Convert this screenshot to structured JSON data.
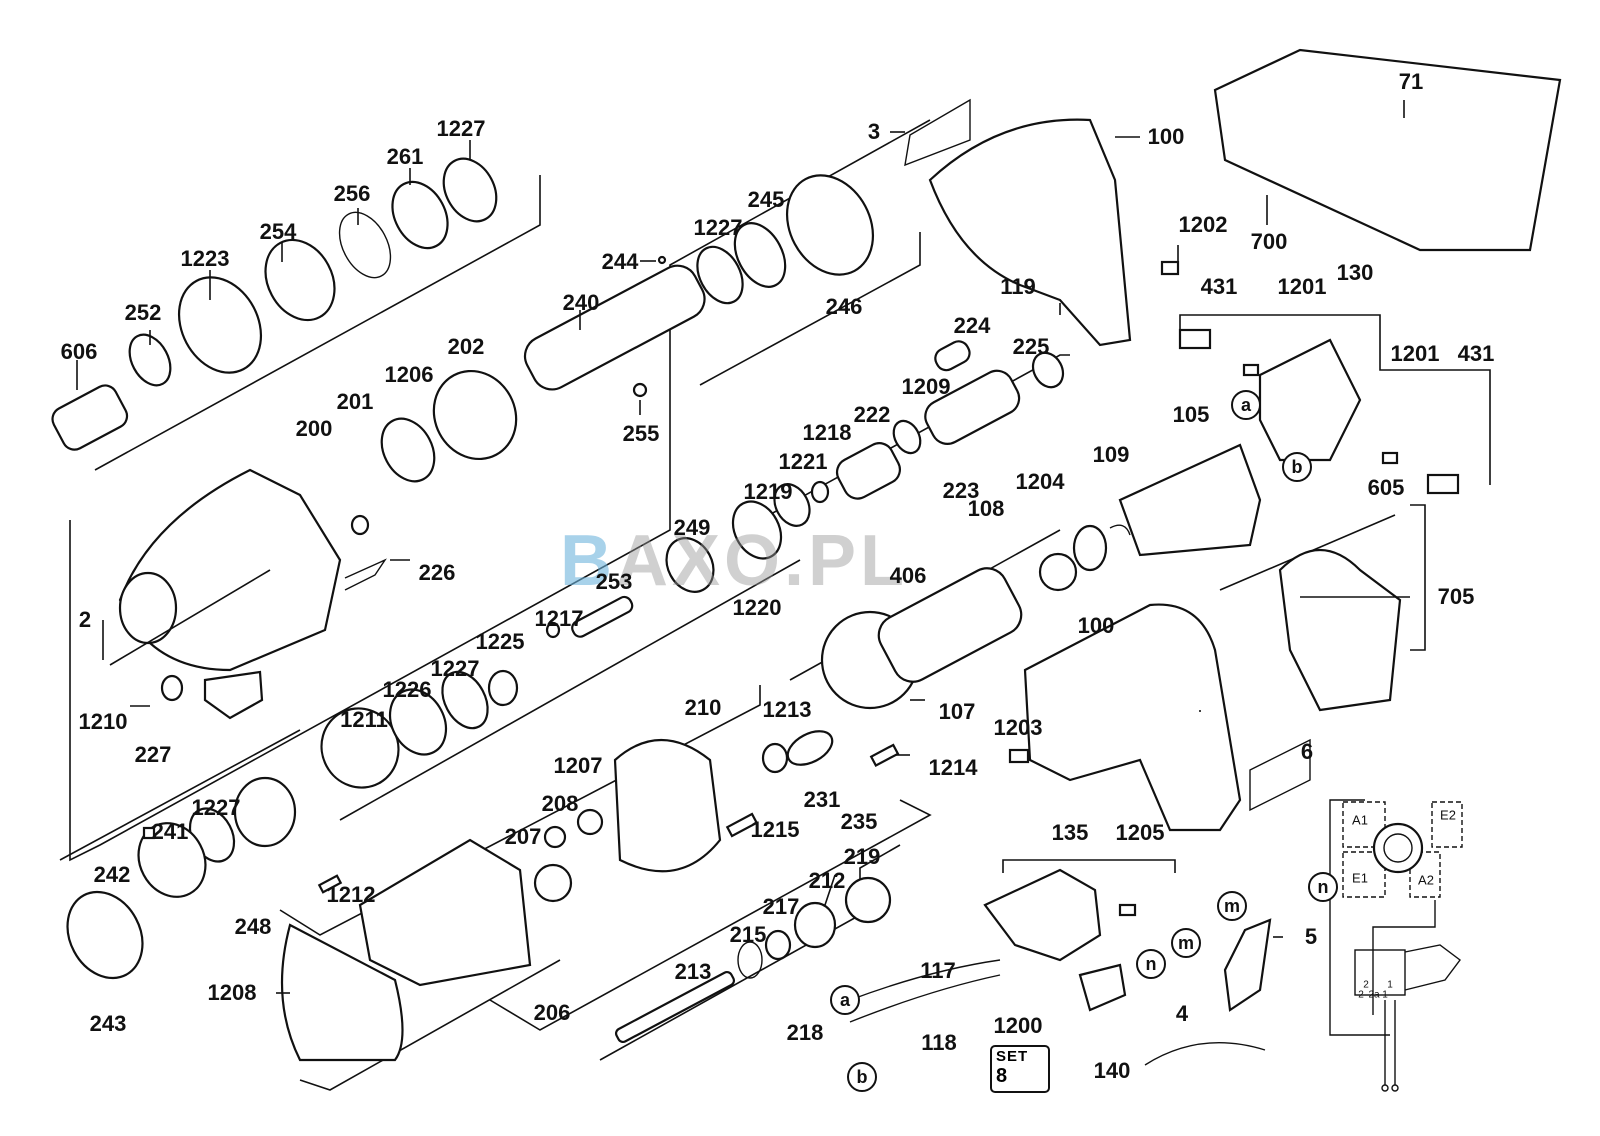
{
  "diagram": {
    "title": "Rotary hammer exploded parts diagram",
    "watermark": {
      "logo_letter": "B",
      "text": "AXO.PL"
    },
    "part_labels": [
      {
        "id": "label-3",
        "text": "3"
      },
      {
        "id": "label-100-top",
        "text": "100"
      },
      {
        "id": "label-71",
        "text": "71"
      },
      {
        "id": "label-700",
        "text": "700"
      },
      {
        "id": "label-1202",
        "text": "1202"
      },
      {
        "id": "label-119",
        "text": "119"
      },
      {
        "id": "label-431-left",
        "text": "431"
      },
      {
        "id": "label-1201-left",
        "text": "1201"
      },
      {
        "id": "label-130",
        "text": "130"
      },
      {
        "id": "label-1201-right",
        "text": "1201"
      },
      {
        "id": "label-431-right",
        "text": "431"
      },
      {
        "id": "label-1227-top",
        "text": "1227"
      },
      {
        "id": "label-261",
        "text": "261"
      },
      {
        "id": "label-256",
        "text": "256"
      },
      {
        "id": "label-254",
        "text": "254"
      },
      {
        "id": "label-1223",
        "text": "1223"
      },
      {
        "id": "label-252",
        "text": "252"
      },
      {
        "id": "label-606",
        "text": "606"
      },
      {
        "id": "label-245",
        "text": "245"
      },
      {
        "id": "label-1227-mid",
        "text": "1227"
      },
      {
        "id": "label-244",
        "text": "244"
      },
      {
        "id": "label-240",
        "text": "240"
      },
      {
        "id": "label-246",
        "text": "246"
      },
      {
        "id": "label-255",
        "text": "255"
      },
      {
        "id": "label-202",
        "text": "202"
      },
      {
        "id": "label-1206",
        "text": "1206"
      },
      {
        "id": "label-201",
        "text": "201"
      },
      {
        "id": "label-200",
        "text": "200"
      },
      {
        "id": "label-224",
        "text": "224"
      },
      {
        "id": "label-225",
        "text": "225"
      },
      {
        "id": "label-1209",
        "text": "1209"
      },
      {
        "id": "label-222",
        "text": "222"
      },
      {
        "id": "label-1218",
        "text": "1218"
      },
      {
        "id": "label-1221",
        "text": "1221"
      },
      {
        "id": "label-223",
        "text": "223"
      },
      {
        "id": "label-1219",
        "text": "1219"
      },
      {
        "id": "label-105",
        "text": "105"
      },
      {
        "id": "label-109",
        "text": "109"
      },
      {
        "id": "label-1204",
        "text": "1204"
      },
      {
        "id": "label-108",
        "text": "108"
      },
      {
        "id": "label-605",
        "text": "605"
      },
      {
        "id": "label-705",
        "text": "705"
      },
      {
        "id": "label-249",
        "text": "249"
      },
      {
        "id": "label-1220",
        "text": "1220"
      },
      {
        "id": "label-253",
        "text": "253"
      },
      {
        "id": "label-406",
        "text": "406"
      },
      {
        "id": "label-226",
        "text": "226"
      },
      {
        "id": "label-2",
        "text": "2"
      },
      {
        "id": "label-1217",
        "text": "1217"
      },
      {
        "id": "label-1225",
        "text": "1225"
      },
      {
        "id": "label-1227-low",
        "text": "1227"
      },
      {
        "id": "label-1226",
        "text": "1226"
      },
      {
        "id": "label-1211",
        "text": "1211"
      },
      {
        "id": "label-1210",
        "text": "1210"
      },
      {
        "id": "label-227",
        "text": "227"
      },
      {
        "id": "label-100-bottom",
        "text": "100"
      },
      {
        "id": "label-107",
        "text": "107"
      },
      {
        "id": "label-1203",
        "text": "1203"
      },
      {
        "id": "label-210",
        "text": "210"
      },
      {
        "id": "label-1213",
        "text": "1213"
      },
      {
        "id": "label-1214",
        "text": "1214"
      },
      {
        "id": "label-231",
        "text": "231"
      },
      {
        "id": "label-235",
        "text": "235"
      },
      {
        "id": "label-1207",
        "text": "1207"
      },
      {
        "id": "label-208",
        "text": "208"
      },
      {
        "id": "label-207",
        "text": "207"
      },
      {
        "id": "label-1215",
        "text": "1215"
      },
      {
        "id": "label-6",
        "text": "6"
      },
      {
        "id": "label-1227-bottom",
        "text": "1227"
      },
      {
        "id": "label-241",
        "text": "241"
      },
      {
        "id": "label-242",
        "text": "242"
      },
      {
        "id": "label-248",
        "text": "248"
      },
      {
        "id": "label-1212",
        "text": "1212"
      },
      {
        "id": "label-243",
        "text": "243"
      },
      {
        "id": "label-219",
        "text": "219"
      },
      {
        "id": "label-212",
        "text": "212"
      },
      {
        "id": "label-217",
        "text": "217"
      },
      {
        "id": "label-215",
        "text": "215"
      },
      {
        "id": "label-213",
        "text": "213"
      },
      {
        "id": "label-206",
        "text": "206"
      },
      {
        "id": "label-218",
        "text": "218"
      },
      {
        "id": "label-1208",
        "text": "1208"
      },
      {
        "id": "label-117",
        "text": "117"
      },
      {
        "id": "label-118",
        "text": "118"
      },
      {
        "id": "label-1200",
        "text": "1200"
      },
      {
        "id": "label-135",
        "text": "135"
      },
      {
        "id": "label-1205",
        "text": "1205"
      },
      {
        "id": "label-140",
        "text": "140"
      },
      {
        "id": "label-4",
        "text": "4"
      },
      {
        "id": "label-5",
        "text": "5"
      }
    ],
    "connector_markers": [
      {
        "id": "marker-a-stator",
        "text": "a"
      },
      {
        "id": "marker-b-stator",
        "text": "b"
      },
      {
        "id": "marker-a-wire",
        "text": "a"
      },
      {
        "id": "marker-b-wire",
        "text": "b"
      },
      {
        "id": "marker-m-switch",
        "text": "m"
      },
      {
        "id": "marker-n-switch",
        "text": "n"
      },
      {
        "id": "marker-m-cord",
        "text": "m"
      },
      {
        "id": "marker-n-cord",
        "text": "n"
      }
    ],
    "set_kit": {
      "label": "SET",
      "symbol": "8"
    },
    "wiring_diagram": {
      "field_labels": [
        "A1",
        "E2",
        "E1",
        "A2"
      ],
      "switch_terminals": [
        "2",
        "2",
        "2a",
        "1",
        "1"
      ]
    }
  }
}
